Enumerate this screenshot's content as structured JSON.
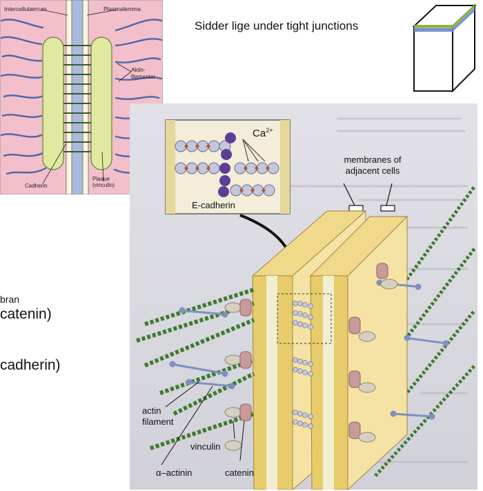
{
  "slide": {
    "title": "Sidder lige under tight junctions",
    "left_fragments": [
      "bran",
      "catenin)",
      "cadherin)"
    ]
  },
  "schematic": {
    "label_intercellular": "Intercellulærrum",
    "label_plasmalemma": "Plasmalemma",
    "label_actin": "Aktin-\nfilamenter",
    "label_cadherin": "Cadherin",
    "label_plaque": "Plaque\n(vinculin)"
  },
  "illustration": {
    "inset_ca": "Ca",
    "inset_ca_sup": "2+",
    "inset_label": "E-cadherin",
    "membranes_label": "membranes of\nadjacent cells",
    "actin_label": "actin\nfilament",
    "vinculin_label": "vinculin",
    "alpha_actinin_label": "α–actinin",
    "catenin_label": "catenin"
  },
  "colors": {
    "schematic_bg": "#f2bfca",
    "plaque": "#dfe9a0",
    "membrane_blue": "#aabbdf",
    "actin_green": "#4e7d37",
    "slab": "#e8cc6c",
    "cube_green": "#8fbf3a",
    "cube_blue": "#6c84d6"
  }
}
